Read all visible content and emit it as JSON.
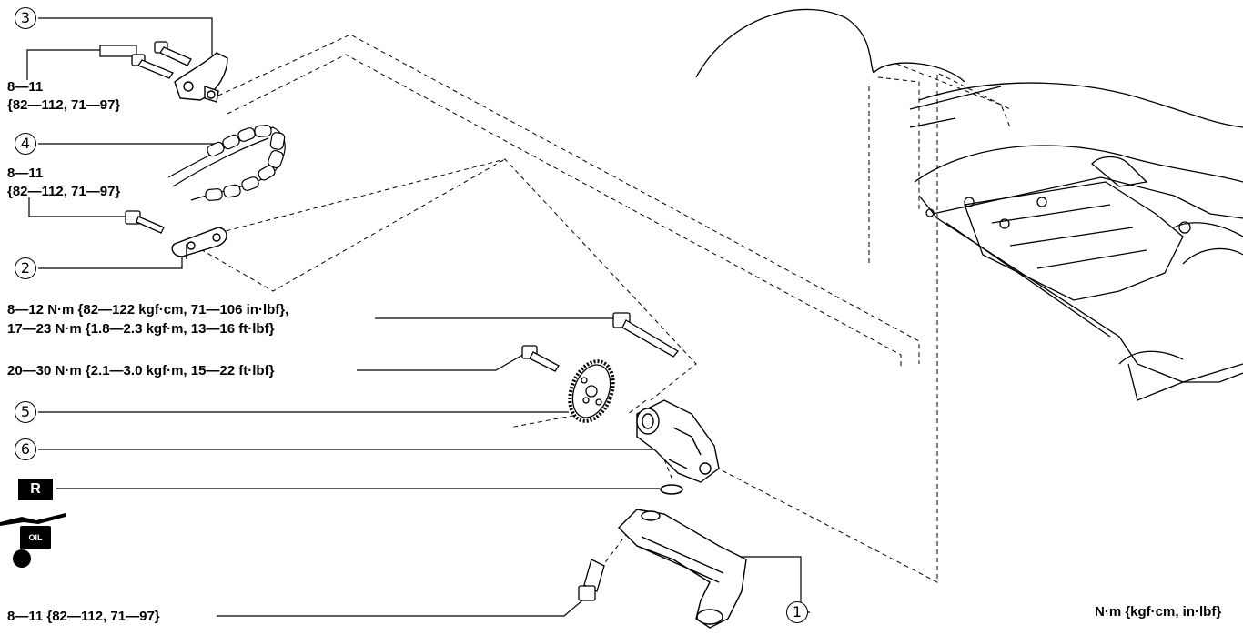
{
  "callouts": {
    "c1": "1",
    "c2": "2",
    "c3": "3",
    "c4": "4",
    "c5": "5",
    "c6": "6"
  },
  "torque": {
    "chain_guide_bolts_value": "8—11",
    "chain_guide_bolts_spec": "{82—112, 71—97}",
    "chain_value": "8—11",
    "chain_spec": "{82—112, 71—97}",
    "pump_bolt_line1": "8—12 N·m {82—122 kgf·cm, 71—106 in·lbf},",
    "pump_bolt_line2": "17—23 N·m {1.8—2.3 kgf·m, 13—16 ft·lbf}",
    "sprocket_bolt": "20—30 N·m {2.1—3.0 kgf·m, 15—22 ft·lbf}",
    "strainer_bolt": "8—11 {82—112, 71—97}"
  },
  "badges": {
    "replace": "R",
    "oil": "OIL"
  },
  "units_legend": "N·m {kgf·cm, in·lbf}"
}
